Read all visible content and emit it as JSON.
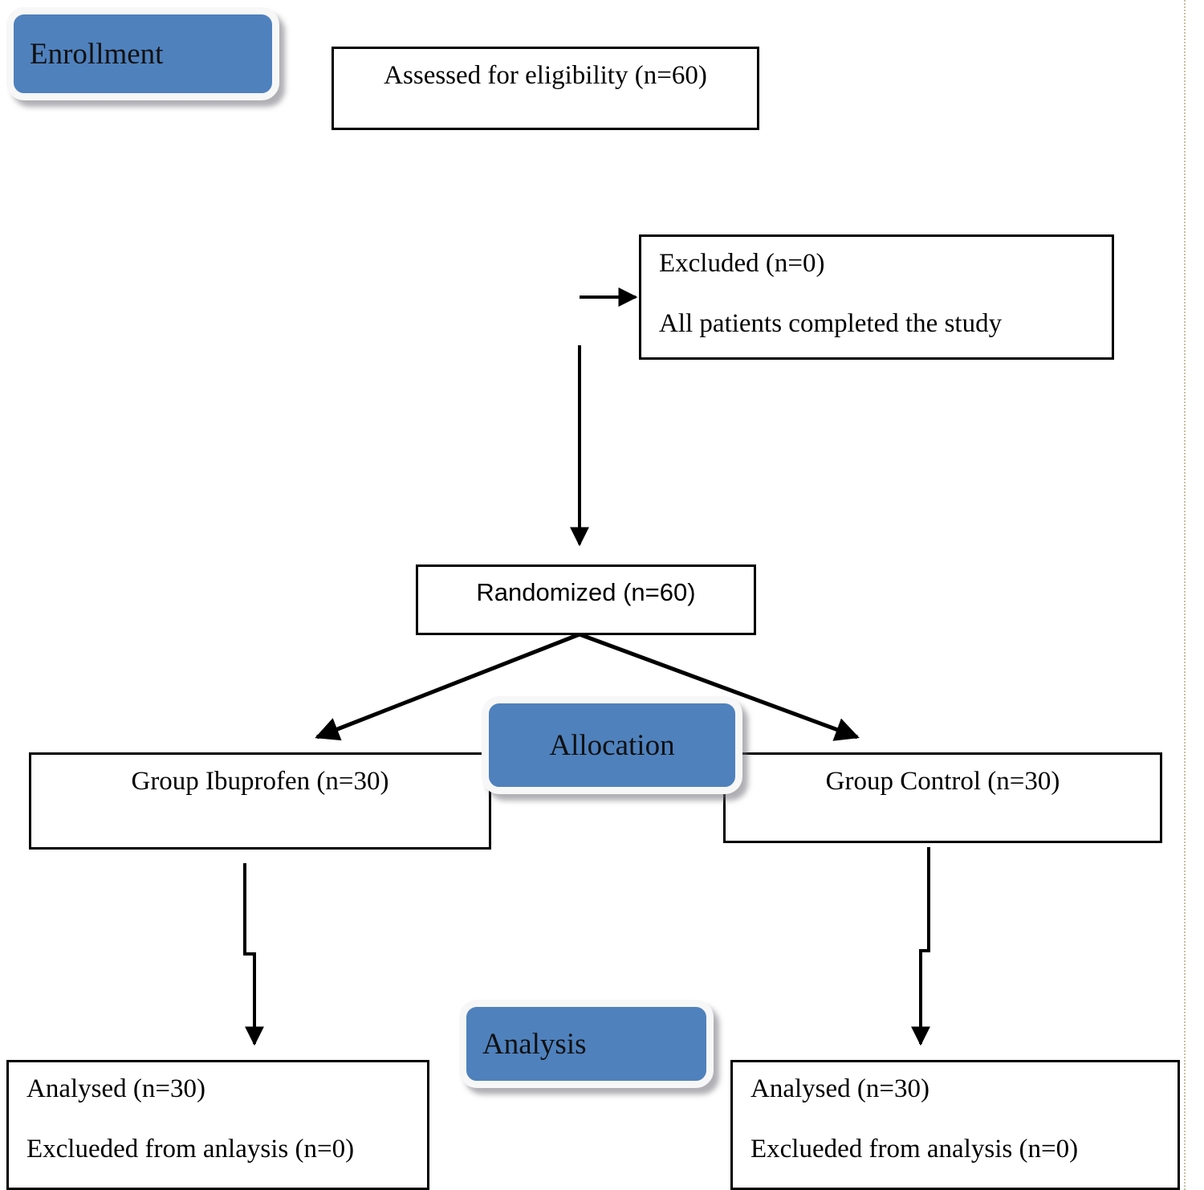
{
  "diagram": {
    "title": "CONSORT participant flow diagram",
    "accent_color": "#4f81bd",
    "badge_border_color": "#f7f7f7",
    "line_color": "#000000",
    "background": "#ffffff"
  },
  "stages": [
    {
      "id": "enrollment",
      "label": "Enrollment"
    },
    {
      "id": "allocation",
      "label": "Allocation"
    },
    {
      "id": "analysis",
      "label": "Analysis"
    }
  ],
  "nodes": {
    "assessed": {
      "name": "assessed-for-eligibility",
      "lines": [
        "Assessed for eligibility (n=60)"
      ]
    },
    "excluded": {
      "name": "excluded",
      "lines": [
        "Excluded (n=0)",
        "All patients completed the study"
      ]
    },
    "randomized": {
      "name": "randomized",
      "lines": [
        "Randomized (n=60)"
      ]
    },
    "group_ibuprofen": {
      "name": "group-ibuprofen",
      "lines": [
        "Group Ibuprofen (n=30)"
      ]
    },
    "group_control": {
      "name": "group-control",
      "lines": [
        "Group Control (n=30)"
      ]
    },
    "analysed_left": {
      "name": "analysed-ibuprofen",
      "lines": [
        "Analysed (n=30)",
        "Exclueded from anlaysis (n=0)"
      ]
    },
    "analysed_right": {
      "name": "analysed-control",
      "lines": [
        "Analysed (n=30)",
        "Exclueded from analysis (n=0)"
      ]
    }
  },
  "counts": {
    "assessed": 60,
    "excluded": 0,
    "randomized": 60,
    "ibuprofen_allocated": 30,
    "control_allocated": 30,
    "ibuprofen_analysed": 30,
    "control_analysed": 30,
    "ibuprofen_excluded_from_analysis": 0,
    "control_excluded_from_analysis": 0
  }
}
